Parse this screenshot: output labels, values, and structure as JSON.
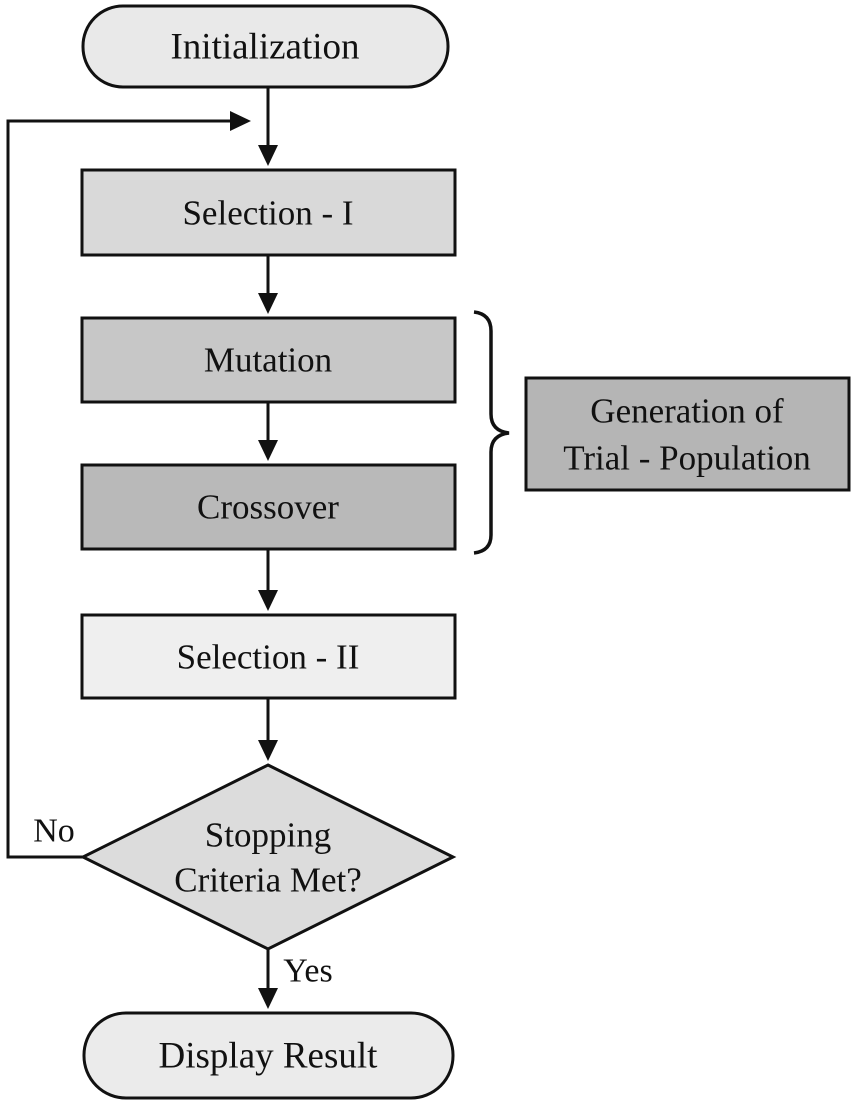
{
  "diagram": {
    "type": "flowchart",
    "nodes": {
      "initialization": {
        "label": "Initialization",
        "shape": "terminator",
        "fill": "#e9e9e9"
      },
      "selection1": {
        "label": "Selection - I",
        "shape": "process",
        "fill": "#d9d9d9"
      },
      "mutation": {
        "label": "Mutation",
        "shape": "process",
        "fill": "#c7c7c7"
      },
      "crossover": {
        "label": "Crossover",
        "shape": "process",
        "fill": "#b9b9b9"
      },
      "selection2": {
        "label": "Selection - II",
        "shape": "process",
        "fill": "#efefef"
      },
      "decision": {
        "label_line1": "Stopping",
        "label_line2": "Criteria Met?",
        "shape": "decision",
        "fill": "#dcdcdc"
      },
      "display_result": {
        "label": "Display Result",
        "shape": "terminator",
        "fill": "#ebebeb"
      },
      "generation_note": {
        "label_line1": "Generation of",
        "label_line2": "Trial - Population",
        "shape": "annotation",
        "fill": "#b5b5b5"
      }
    },
    "edge_labels": {
      "yes": "Yes",
      "no": "No"
    },
    "colors": {
      "line": "#111111",
      "background": "#ffffff"
    }
  }
}
